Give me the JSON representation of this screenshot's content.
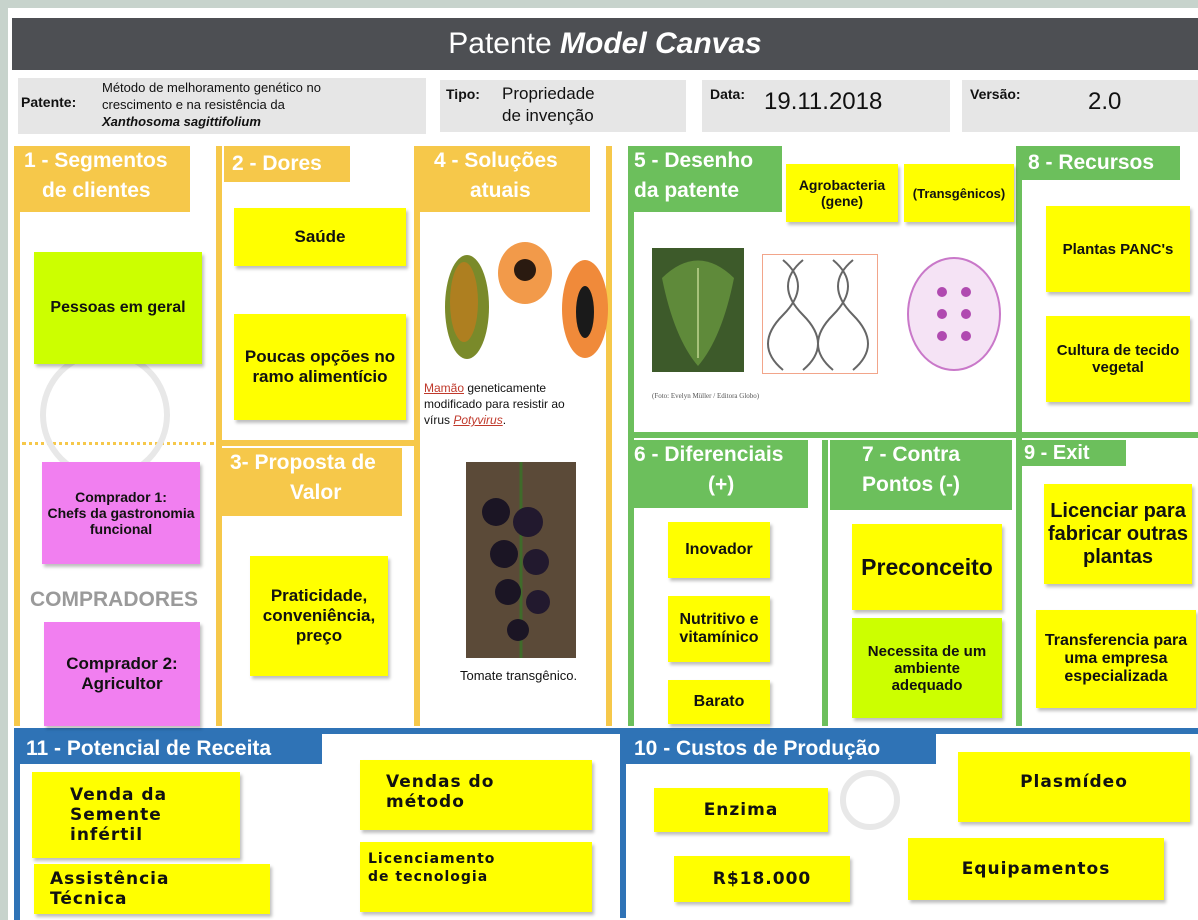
{
  "title": {
    "main": "Patente ",
    "emph": "Model Canvas"
  },
  "info": {
    "patente_label": "Patente:",
    "patente_value_line1": "Método de melhoramento genético no",
    "patente_value_line2": "crescimento e na resistência da",
    "patente_value_line3": "Xanthosoma sagittifolium",
    "tipo_label": "Tipo:",
    "tipo_value_line1": "Propriedade",
    "tipo_value_line2": "de invenção",
    "data_label": "Data:",
    "data_value": "19.11.2018",
    "versao_label": "Versão:",
    "versao_value": "2.0"
  },
  "sections": {
    "s1": {
      "line1": "1 - Segmentos",
      "line2": "de clientes"
    },
    "s2": "2 - Dores",
    "s3": {
      "line1": "3- Proposta de",
      "line2": "Valor"
    },
    "s4": {
      "line1": "4 - Soluções",
      "line2": "atuais"
    },
    "s5": {
      "line1": "5 - Desenho",
      "line2": "da patente"
    },
    "s6": {
      "line1": "6 - Diferenciais",
      "line2": "(+)"
    },
    "s7": {
      "line1": "7 - Contra",
      "line2": "Pontos (-)"
    },
    "s8": "8 - Recursos",
    "s9": "9 - Exit",
    "s10": "10 - Custos de Produção",
    "s11": "11 - Potencial de Receita"
  },
  "notes": {
    "pessoas": "Pessoas em geral",
    "comprador1": {
      "l1": "Comprador 1:",
      "l2": "Chefs da gastronomia",
      "l3": "funcional"
    },
    "compradores_label": "COMPRADORES",
    "comprador2": {
      "l1": "Comprador 2:",
      "l2": "Agricultor"
    },
    "saude": "Saúde",
    "poucas": {
      "l1": "Poucas opções no",
      "l2": "ramo alimentício"
    },
    "praticidade": {
      "l1": "Praticidade,",
      "l2": "conveniência,",
      "l3": "preço"
    },
    "mamao_caption": {
      "w1": "Mamão",
      "rest1": " geneticamente",
      "l2": "modificado para resistir ao",
      "l3a": "vírus ",
      "l3b": "Potyvirus",
      "l3c": "."
    },
    "tomate_caption": "Tomate transgênico.",
    "agrobacteria": {
      "l1": "Agrobacteria",
      "l2": "(gene)"
    },
    "transgenicos": "(Transgênicos)",
    "foto_credit": "(Foto: Evelyn Müller / Editora Globo)",
    "inovador": "Inovador",
    "nutritivo": {
      "l1": "Nutritivo e",
      "l2": "vitamínico"
    },
    "barato": "Barato",
    "preconceito": "Preconceito",
    "necessita": {
      "l1": "Necessita de um",
      "l2": "ambiente",
      "l3": "adequado"
    },
    "plantas_panc": "Plantas PANC's",
    "cultura": {
      "l1": "Cultura de tecido",
      "l2": "vegetal"
    },
    "licenciar": {
      "l1": "Licenciar para",
      "l2": "fabricar outras",
      "l3": "plantas"
    },
    "transferencia": {
      "l1": "Transferencia para",
      "l2": "uma empresa",
      "l3": "especializada"
    },
    "venda_semente": {
      "l1": "Venda da",
      "l2": "Semente",
      "l3": "infértil"
    },
    "vendas_metodo": {
      "l1": "Vendas do",
      "l2": "método"
    },
    "assistencia": {
      "l1": "Assistência",
      "l2": "Técnica"
    },
    "licenciamento": {
      "l1": "Licenciamento",
      "l2": "de tecnologia"
    },
    "enzima": "Enzima",
    "plasmideo": "Plasmídeo",
    "valor": "R$18.000",
    "equipamentos": "Equipamentos"
  },
  "colors": {
    "yellow_header": "#f6c84a",
    "green_header": "#6cbf5c",
    "blue_header": "#2f73b6",
    "sticky_yellow": "#ffff00",
    "sticky_pink": "#f17ff0",
    "sticky_green": "#ccff00",
    "title_bar": "#4d4f53"
  }
}
